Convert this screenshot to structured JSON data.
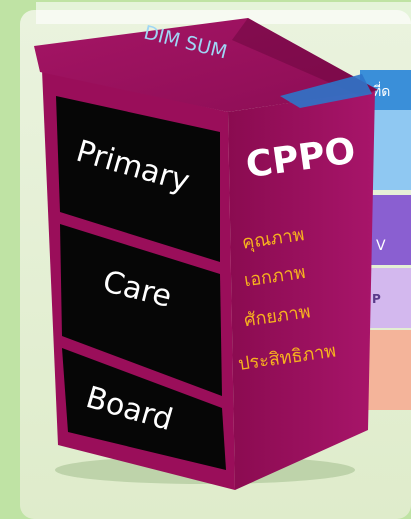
{
  "box": {
    "lid_text": "DIM SUM",
    "front_words": [
      "Primary",
      "Care",
      "Board"
    ],
    "side_title": "CPPO",
    "side_items": [
      "คุณภาพ",
      "เอกภาพ",
      "ศักยภาพ",
      "ประสิทธิภาพ"
    ]
  },
  "background_strips": {
    "top_right": "ที่ด",
    "middle": "V",
    "lower": "P"
  },
  "colors": {
    "page_background": "#bfe3a4",
    "slide_panel": "#e6f0d6",
    "box_magenta": "#a0105e",
    "box_magenta_dark": "#7a0a47",
    "drawer_black": "#050505",
    "lid_text": "#9fd6f5",
    "side_title": "#ffffff",
    "side_items": "#f7b21e",
    "front_text": "#ffffff"
  }
}
